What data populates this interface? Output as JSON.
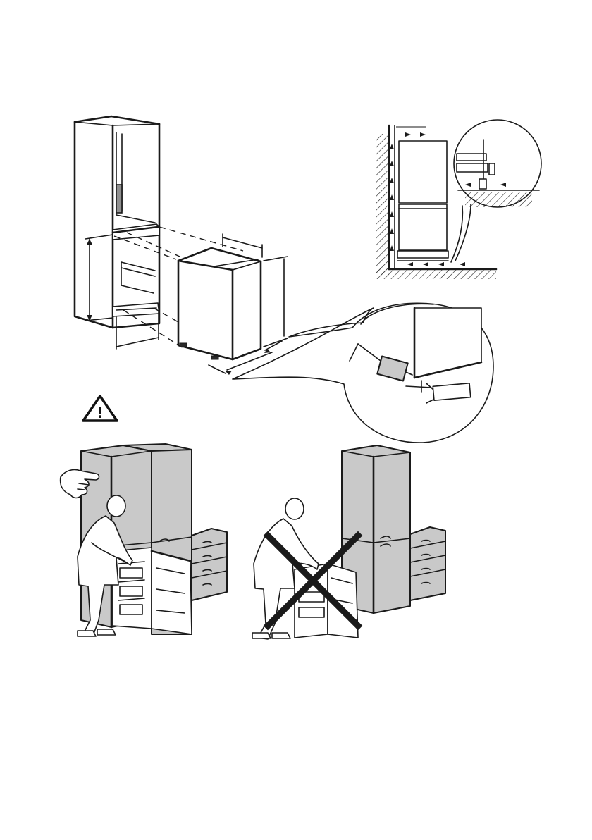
{
  "figure": {
    "installation_view": {
      "niche_cabinet": "niche-cabinet-outline",
      "appliance": "built-in-freezer-outline",
      "detail_callout": "door-hinge-detail"
    },
    "ventilation_view": {
      "wall": "hatched-wall",
      "floor": "hatched-floor",
      "airflow": "airflow-arrows",
      "magnifier": "zoom-bubble"
    },
    "warning": {
      "symbol": "!",
      "icon": "warning-triangle-icon"
    },
    "correct_scene": {
      "icon": "hand-pointing-icon",
      "verdict": "correct"
    },
    "incorrect_scene": {
      "icon": "cross-x-icon",
      "verdict": "incorrect",
      "mark_color": "#1a1a1a"
    }
  }
}
